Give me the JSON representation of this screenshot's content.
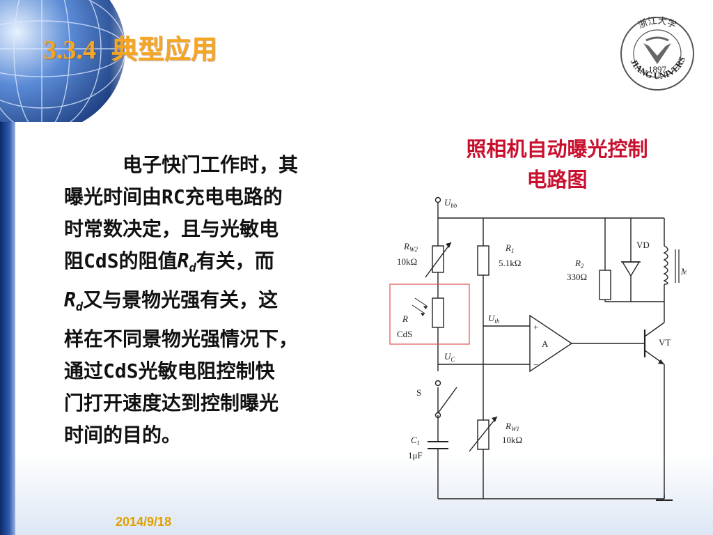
{
  "slide": {
    "section_number": "3.3.4",
    "title": "典型应用",
    "date": "2014/9/18"
  },
  "logo": {
    "name_en": "ZHEJIANG UNIVERSITY",
    "year": "1897",
    "calligraphy": "浙江大学"
  },
  "body": {
    "lines": [
      "电子快门工作时，其",
      "曝光时间由RC充电电路的",
      "时常数决定，且与光敏电",
      "阻CdS的阻值",
      "有关，而",
      "又与景物光强有关，这",
      "样在不同景物光强情况下，",
      "通过CdS光敏电阻控制快",
      "门打开速度达到控制曝光",
      "时间的目的。"
    ],
    "r_symbol": "R",
    "r_sub": "d"
  },
  "caption": {
    "line1": "照相机自动曝光控制",
    "line2": "电路图"
  },
  "circuit": {
    "ubb": "U",
    "ubb_sub": "bb",
    "rw2": "R",
    "rw2_sub": "W2",
    "rw2_val": "10kΩ",
    "r1": "R",
    "r1_sub": "1",
    "r1_val": "5.1kΩ",
    "r2": "R",
    "r2_sub": "2",
    "r2_val": "330Ω",
    "vd": "VD",
    "m": "M",
    "r_cds": "R",
    "cds": "CdS",
    "uth": "U",
    "uth_sub": "th",
    "uc": "U",
    "uc_sub": "C",
    "amp": "A",
    "plus": "+",
    "minus": "−",
    "vt": "VT",
    "s": "S",
    "c1": "C",
    "c1_sub": "1",
    "c1_val": "1μF",
    "rw1": "R",
    "rw1_sub": "W1",
    "rw1_val": "10kΩ"
  },
  "colors": {
    "title": "#f5a623",
    "caption": "#c8102e",
    "date": "#e0a000",
    "highlight_box": "#e05050"
  }
}
